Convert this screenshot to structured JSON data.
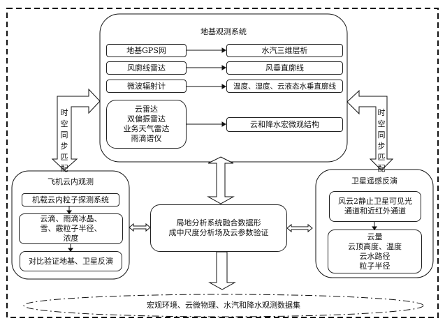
{
  "ground_system": {
    "title": "地基观测系统",
    "rows": [
      {
        "source": "地基GPS网",
        "result": "水汽三维层析"
      },
      {
        "source": "风廓线雷达",
        "result": "风垂直廓线"
      },
      {
        "source": "微波辐射计",
        "result": "温度、湿度、云液态水垂直廓线"
      }
    ],
    "radar_group": [
      "云雷达",
      "双偏振雷达",
      "业务天气雷达",
      "雨滴谱仪"
    ],
    "radar_result": "云和降水宏微观结构"
  },
  "sync_label_left": "时空同步匹配",
  "sync_label_right": "时空同步匹配",
  "aircraft": {
    "title": "飞机云内观测",
    "step1": "机载云内粒子探测系统",
    "step2": [
      "云滴、雨滴冰晶、",
      "雪、霰粒子半径、",
      "浓度"
    ],
    "step3": "对比验证地基、卫星反演"
  },
  "satellite": {
    "title": "卫星遥感反演",
    "step1": [
      "风云2静止卫星可见光",
      "通道和近红外通道"
    ],
    "step2": [
      "云量",
      "云顶高度、温度",
      "云水路径",
      "粒子半径"
    ]
  },
  "center": {
    "lines": [
      "局地分析系统融合数据形",
      "成中尺度分析场及云参数验证"
    ]
  },
  "dataset": "宏观环境、云微物理、水汽和降水观测数据集"
}
